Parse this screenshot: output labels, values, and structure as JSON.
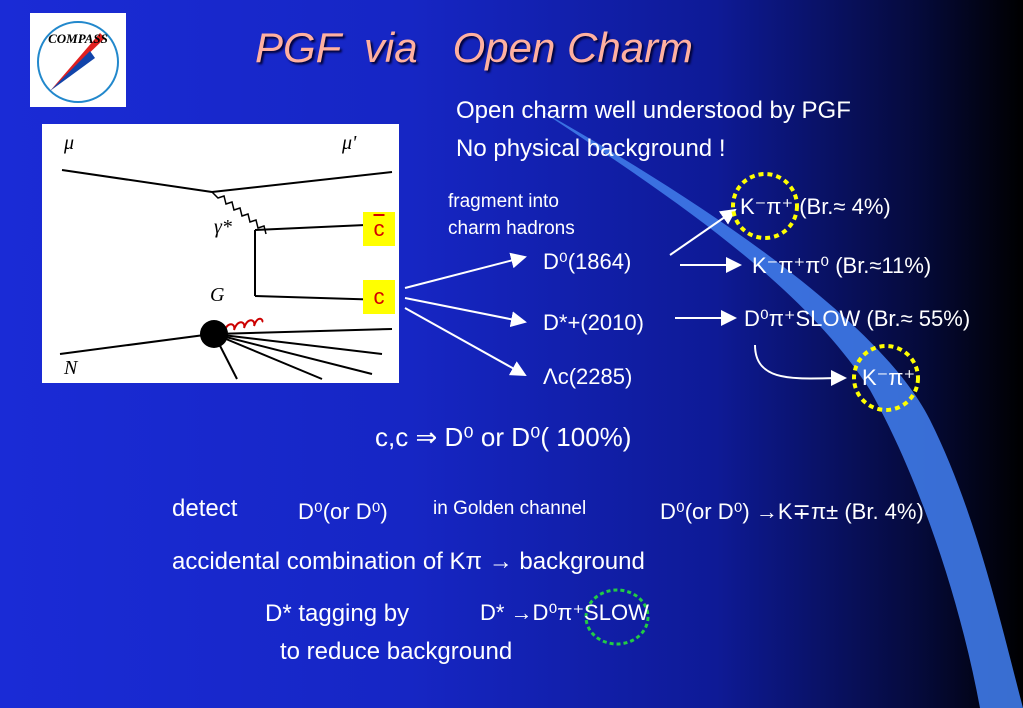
{
  "slide": {
    "title": "PGF  via   Open Charm",
    "logo_text": "COMPASS",
    "intro_line1": "Open charm well understood by PGF",
    "intro_line2": "No physical background !",
    "fragment_line1": "fragment into",
    "fragment_line2": "charm hadrons"
  },
  "feynman": {
    "mu": "μ",
    "mu_prime": "μ'",
    "gamma": "γ*",
    "gluon": "G",
    "nucleon": "N",
    "c_bar": "c",
    "c": "c"
  },
  "hadrons": {
    "d0": "D⁰(1864)",
    "dstar": "D*+(2010)",
    "lambda": "Λc(2285)"
  },
  "decays": {
    "kpi": "K⁻π⁺ (Br.≈ 4%)",
    "kpipi0": "K⁻π⁺π⁰  (Br.≈11%)",
    "d0pislow": "D⁰π⁺SLOW  (Br.≈ 55%)",
    "kpi2": "K⁻π⁺"
  },
  "statements": {
    "cc_line": "c,c ⇒ D⁰  or  D⁰( 100%)",
    "detect_label": "detect",
    "detect_formula": "D⁰(or  D⁰)",
    "golden": "in Golden channel",
    "golden_decay": "D⁰(or  D⁰) →K∓π±  (Br. 4%)",
    "accidental": "accidental combination of Kπ → background",
    "dstar_tag": "D* tagging by",
    "dstar_formula": "D* →D⁰π⁺SLOW",
    "reduce": "to reduce background"
  },
  "colors": {
    "title": "#ffb0a0",
    "highlight_box": "#ffff00",
    "quark_text": "#d40000",
    "yellow_circle": "#ffff00",
    "green_circle": "#22cc44"
  }
}
